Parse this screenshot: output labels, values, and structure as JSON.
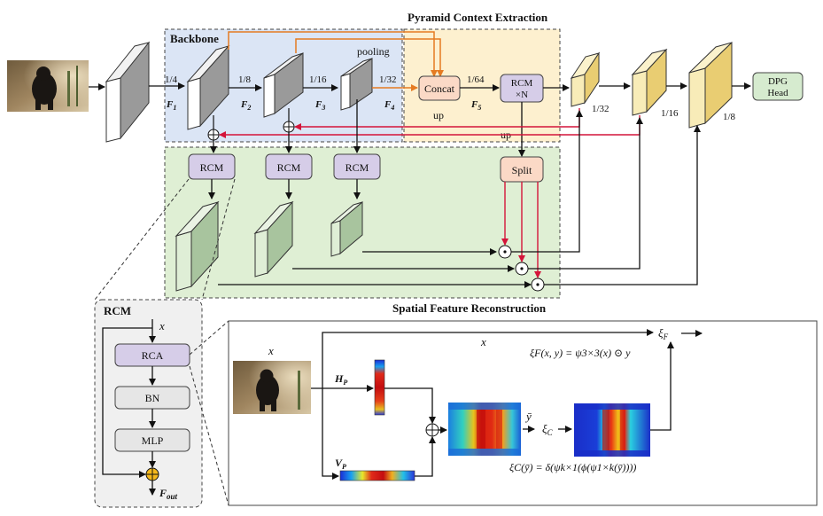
{
  "sections": {
    "backbone": "Backbone",
    "pyramid": "Pyramid Context Extraction",
    "spatial": "Spatial Feature Reconstruction",
    "rcm_detail": "RCM"
  },
  "scales": {
    "s4": "1/4",
    "s8": "1/8",
    "s16": "1/16",
    "s32": "1/32",
    "s64": "1/64",
    "out32": "1/32",
    "out16": "1/16",
    "out8": "1/8"
  },
  "features": {
    "f1": "F",
    "f1sub": "1",
    "f2": "F",
    "f2sub": "2",
    "f3": "F",
    "f3sub": "3",
    "f4": "F",
    "f4sub": "4",
    "f5": "F",
    "f5sub": "5"
  },
  "labels": {
    "pooling": "pooling",
    "concat": "Concat",
    "rcmN_line1": "RCM",
    "rcmN_line2": "×N",
    "up1": "up",
    "up2": "up",
    "split": "Split",
    "rcm": "RCM",
    "dpg_line1": "DPG",
    "dpg_line2": "Head"
  },
  "rcm_block": {
    "input": "x",
    "rca": "RCA",
    "bn": "BN",
    "mlp": "MLP",
    "output": "F",
    "output_sub": "out"
  },
  "rca_detail": {
    "x_top": "x",
    "x_mid": "x",
    "hp": "H",
    "hp_sub": "P",
    "vp": "V",
    "vp_sub": "P",
    "ybar": "ȳ",
    "xi_c": "ξ",
    "xi_c_sub": "C",
    "xi_f": "ξ",
    "xi_f_sub": "F",
    "eq_f": "ξF(x, y) = ψ3×3(x) ⊙ y",
    "eq_c": "ξC(ȳ) = δ(ψk×1(ϕ(ψ1×k(ȳ))))"
  },
  "colors": {
    "backbone_bg": "#dbe5f5",
    "pyramid_bg": "#fdf0cf",
    "spatial_bg": "#dfefd4",
    "rcm_bg": "#f0f0f0",
    "rcm_box": "#d6cde8",
    "concat_box": "#fbd9c6",
    "dpg_box": "#d6ebcf",
    "gray_box": "#e6e6e6",
    "red_arrow": "#d4143a",
    "orange_arrow": "#e57b22",
    "yellow_block": "#f4dc88",
    "green_block": "#a8c49e"
  }
}
